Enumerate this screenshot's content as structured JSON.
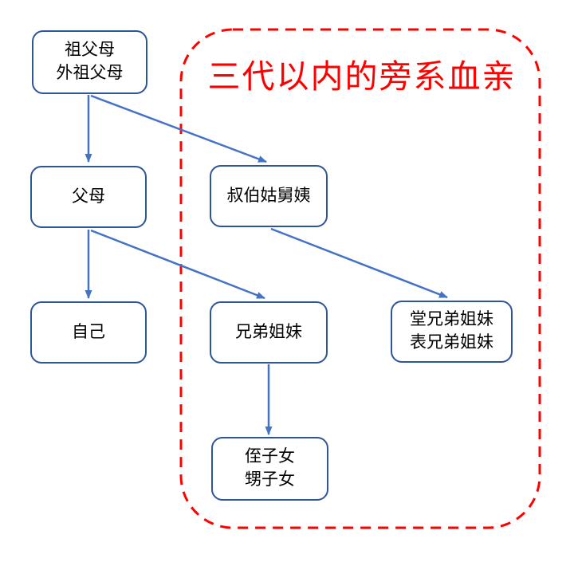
{
  "title": {
    "text": "三代以内的旁系血亲"
  },
  "colors": {
    "background": "#FFFFFF",
    "box_border": "#2E5597",
    "box_text": "#000000",
    "arrow": "#4472C4",
    "group_border": "#FF0000",
    "title_text": "#FF0000"
  },
  "nodes": [
    {
      "id": "grandparents",
      "label": "祖父母\n外祖父母"
    },
    {
      "id": "parents",
      "label": "父母"
    },
    {
      "id": "uncles-aunts",
      "label": "叔伯姑舅姨"
    },
    {
      "id": "self",
      "label": "自己"
    },
    {
      "id": "siblings",
      "label": "兄弟姐妹"
    },
    {
      "id": "cousins",
      "label": "堂兄弟姐妹\n表兄弟姐妹"
    },
    {
      "id": "nephews-nieces",
      "label": "侄子女\n甥子女"
    }
  ],
  "edges": [
    {
      "from": "祖父母/外祖父母",
      "to": "父母"
    },
    {
      "from": "祖父母/外祖父母",
      "to": "叔伯姑舅姨"
    },
    {
      "from": "父母",
      "to": "自己"
    },
    {
      "from": "父母",
      "to": "兄弟姐妹"
    },
    {
      "from": "叔伯姑舅姨",
      "to": "堂兄弟姐妹/表兄弟姐妹"
    },
    {
      "from": "兄弟姐妹",
      "to": "侄子女/甥子女"
    }
  ]
}
